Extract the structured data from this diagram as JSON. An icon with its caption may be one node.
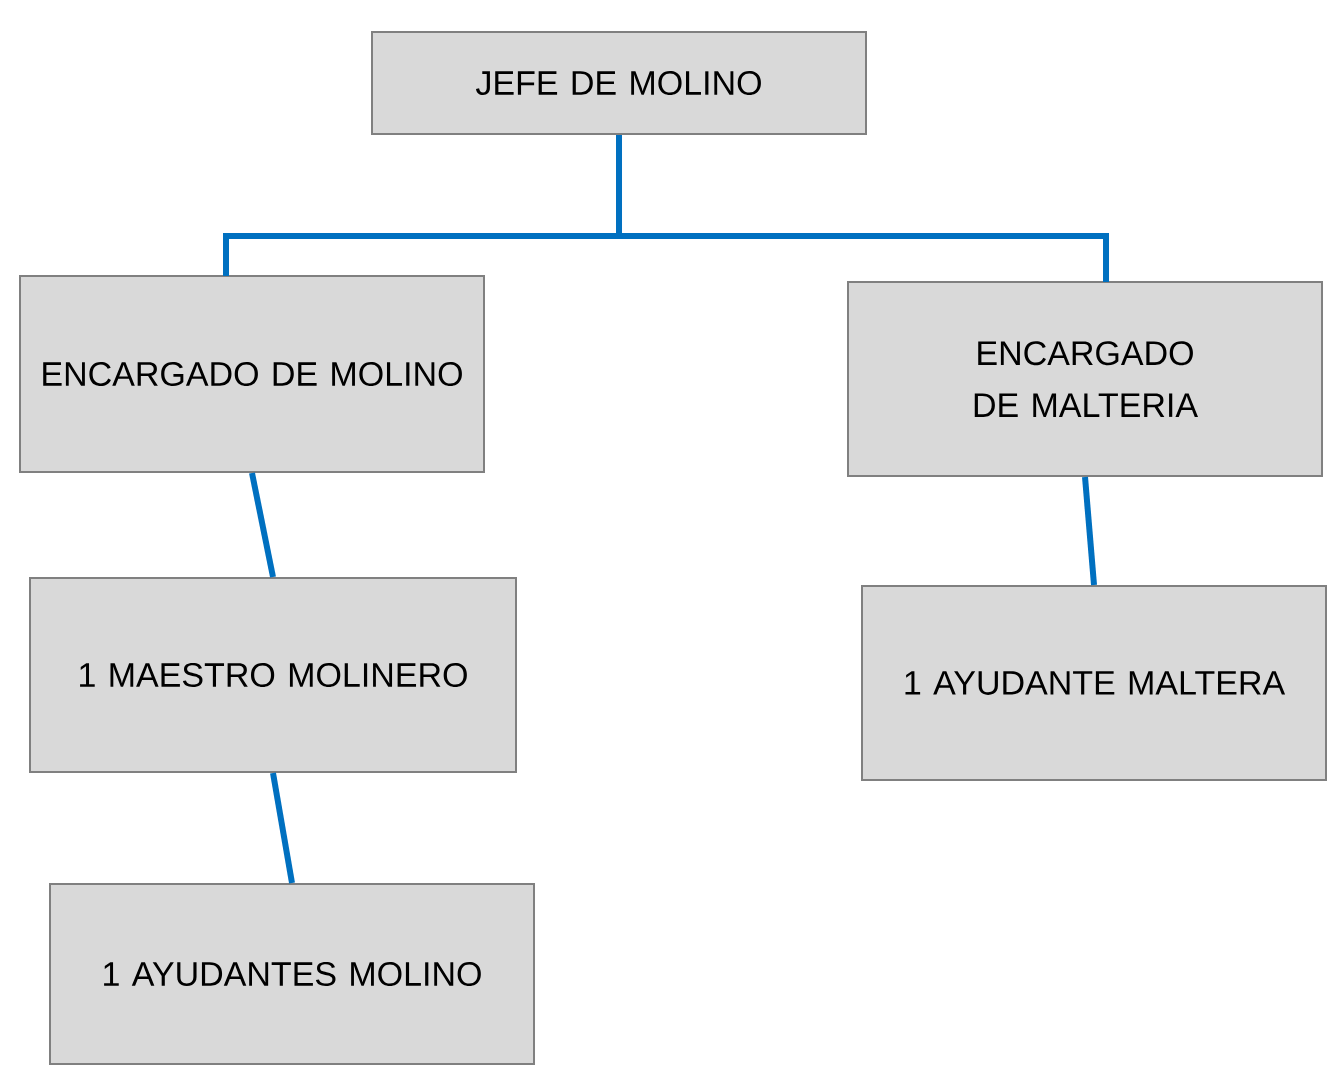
{
  "diagram": {
    "nodes": [
      {
        "text": [
          "JEFE DE MOLINO"
        ]
      },
      {
        "text": [
          "ENCARGADO DE MOLINO"
        ]
      },
      {
        "text": [
          "ENCARGADO DE MALTERIA"
        ]
      },
      {
        "text": [
          "1 MAESTRO MOLINERO"
        ]
      },
      {
        "text": [
          "1 AYUDANTE MALTERA"
        ]
      },
      {
        "text": [
          "1 AYUDANTES MOLINO"
        ]
      }
    ],
    "edges": [
      {
        "from": 0,
        "to": 1,
        "arrow": "none"
      },
      {
        "from": 0,
        "to": 2,
        "arrow": "none"
      },
      {
        "from": 1,
        "to": 3,
        "arrow": "none"
      },
      {
        "from": 2,
        "to": 4,
        "arrow": "none"
      },
      {
        "from": 3,
        "to": 5,
        "arrow": "none"
      }
    ]
  }
}
